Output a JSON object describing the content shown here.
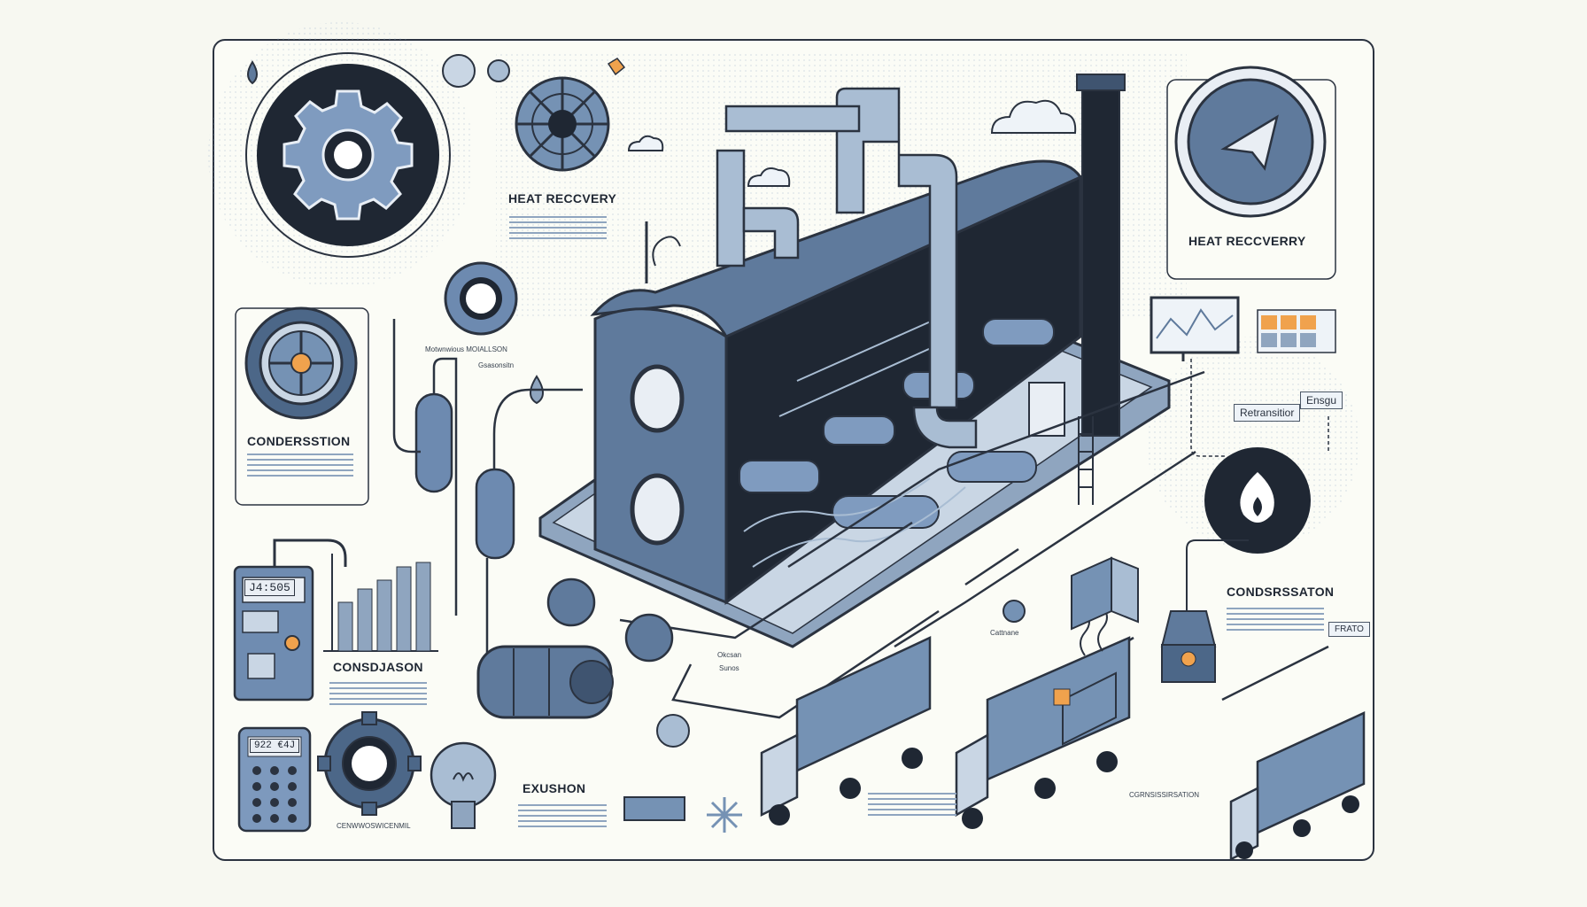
{
  "labels": {
    "heat_recovery_left": "HEAT RECCVERY",
    "heat_recovery_right": "HEAT RECCVERRY",
    "condensation_left": "CONDERSSTION",
    "condensation_right": "CONDSRSSATON",
    "consumption": "CONSDJASON",
    "exhaust": "EXUSHON",
    "small_top": "Motwnwious MOIALLSON",
    "small_top2": "Gsasonsitn",
    "small_mid": "Cattnane",
    "small_mid2": "Okcsan",
    "small_mid3": "Sunos",
    "small_bottom_left": "CENWWOSWICENMIL",
    "small_bottom_right": "CGRNSISSIRSATION",
    "tag_restoration": "Retransitior",
    "tag_energy": "Ensgu",
    "tag_ratio": "FRATO"
  },
  "displays": {
    "meter_top": "J4:505",
    "meter_bottom": "922 €4J"
  },
  "colors": {
    "outline": "#2b3340",
    "steel": "#5f7a9c",
    "steel_light": "#a9bdd3",
    "steel_dark": "#3f5470",
    "accent_orange": "#f0a24d",
    "background": "#f7f8f1"
  }
}
